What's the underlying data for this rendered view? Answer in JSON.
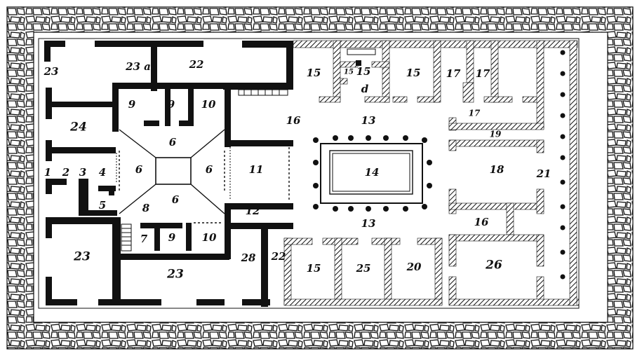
{
  "colors": {
    "ink": "#111111",
    "paper": "#ffffff",
    "hatch": "#111111"
  },
  "rooms": [
    {
      "id": "r1",
      "label": "1"
    },
    {
      "id": "r2",
      "label": "2"
    },
    {
      "id": "r3",
      "label": "3"
    },
    {
      "id": "r4",
      "label": "4"
    },
    {
      "id": "r5",
      "label": "5"
    },
    {
      "id": "r6a",
      "label": "6"
    },
    {
      "id": "r6b",
      "label": "6"
    },
    {
      "id": "r6c",
      "label": "6"
    },
    {
      "id": "r6d",
      "label": "6"
    },
    {
      "id": "r7",
      "label": "7"
    },
    {
      "id": "r8",
      "label": "8"
    },
    {
      "id": "r9a",
      "label": "9"
    },
    {
      "id": "r9b",
      "label": "9"
    },
    {
      "id": "r9c",
      "label": "9"
    },
    {
      "id": "r10a",
      "label": "10"
    },
    {
      "id": "r10b",
      "label": "10"
    },
    {
      "id": "r11",
      "label": "11"
    },
    {
      "id": "r12",
      "label": "12"
    },
    {
      "id": "r13a",
      "label": "13"
    },
    {
      "id": "r13b",
      "label": "13"
    },
    {
      "id": "r14",
      "label": "14"
    },
    {
      "id": "r15a",
      "label": "15"
    },
    {
      "id": "r15b",
      "label": "15"
    },
    {
      "id": "r15c",
      "label": "15"
    },
    {
      "id": "r15d",
      "label": "15"
    },
    {
      "id": "r15e",
      "label": "15"
    },
    {
      "id": "r16a",
      "label": "16"
    },
    {
      "id": "r16b",
      "label": "16"
    },
    {
      "id": "r17a",
      "label": "17"
    },
    {
      "id": "r17b",
      "label": "17"
    },
    {
      "id": "r17c",
      "label": "17"
    },
    {
      "id": "r18",
      "label": "18"
    },
    {
      "id": "r19",
      "label": "19"
    },
    {
      "id": "r20",
      "label": "20"
    },
    {
      "id": "r21",
      "label": "21"
    },
    {
      "id": "r22a",
      "label": "22"
    },
    {
      "id": "r22b",
      "label": "22"
    },
    {
      "id": "r23a",
      "label": "23"
    },
    {
      "id": "r23b",
      "label": "23"
    },
    {
      "id": "r23c",
      "label": "23"
    },
    {
      "id": "r23d",
      "label": "23 a"
    },
    {
      "id": "r24",
      "label": "24"
    },
    {
      "id": "r25",
      "label": "25"
    },
    {
      "id": "r26",
      "label": "26"
    },
    {
      "id": "r28",
      "label": "28"
    },
    {
      "id": "rd",
      "label": "d"
    }
  ]
}
